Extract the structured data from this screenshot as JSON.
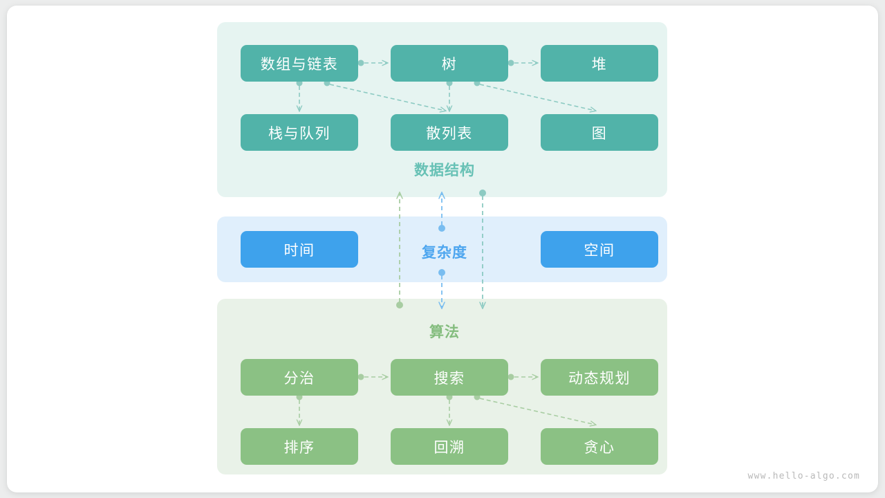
{
  "diagram": {
    "watermark": "www.hello-algo.com",
    "colors": {
      "teal_node": "#51b3a9",
      "blue_node": "#3ea2ec",
      "green_node": "#8bc184",
      "ds_panel_bg": "#e6f4f1",
      "cx_panel_bg": "#e0effc",
      "algo_panel_bg": "#e9f2e8",
      "ds_title": "#67c1b5",
      "cx_title": "#4ea6ef",
      "algo_title": "#84bd7e",
      "card_bg": "#ffffff",
      "page_bg": "#eceded"
    },
    "sections": {
      "data_structure": {
        "title": "数据结构",
        "nodes": [
          {
            "id": "array",
            "label": "数组与链表"
          },
          {
            "id": "tree",
            "label": "树"
          },
          {
            "id": "heap",
            "label": "堆"
          },
          {
            "id": "stack",
            "label": "栈与队列"
          },
          {
            "id": "hash",
            "label": "散列表"
          },
          {
            "id": "graph",
            "label": "图"
          }
        ],
        "edges": [
          {
            "from": "array",
            "to": "tree",
            "style": "dashed-arrow"
          },
          {
            "from": "tree",
            "to": "heap",
            "style": "dashed-arrow"
          },
          {
            "from": "array",
            "to": "stack",
            "style": "dashed-arrow"
          },
          {
            "from": "array",
            "to": "hash",
            "style": "dashed-arrow"
          },
          {
            "from": "tree",
            "to": "hash",
            "style": "dashed-arrow"
          },
          {
            "from": "tree",
            "to": "graph",
            "style": "dashed-arrow"
          }
        ]
      },
      "complexity": {
        "title": "复杂度",
        "nodes": [
          {
            "id": "time",
            "label": "时间"
          },
          {
            "id": "space",
            "label": "空间"
          }
        ]
      },
      "algorithm": {
        "title": "算法",
        "nodes": [
          {
            "id": "divide",
            "label": "分治"
          },
          {
            "id": "search",
            "label": "搜索"
          },
          {
            "id": "dp",
            "label": "动态规划"
          },
          {
            "id": "sort",
            "label": "排序"
          },
          {
            "id": "back",
            "label": "回溯"
          },
          {
            "id": "greedy",
            "label": "贪心"
          }
        ],
        "edges": [
          {
            "from": "divide",
            "to": "search",
            "style": "dashed-arrow"
          },
          {
            "from": "search",
            "to": "dp",
            "style": "dashed-arrow"
          },
          {
            "from": "divide",
            "to": "sort",
            "style": "dashed-arrow"
          },
          {
            "from": "search",
            "to": "back",
            "style": "dashed-arrow"
          },
          {
            "from": "search",
            "to": "greedy",
            "style": "dashed-arrow"
          }
        ]
      }
    },
    "cross_links": [
      {
        "id": "algo-to-ds-green",
        "color": "#a8cda2",
        "direction": "up",
        "note": "算法 指向 数据结构"
      },
      {
        "id": "complexity-both",
        "color": "#79bdf0",
        "direction": "both",
        "note": "复杂度 连接 数据结构 与 算法"
      },
      {
        "id": "ds-to-algo-teal",
        "color": "#8ccac2",
        "direction": "down",
        "note": "数据结构 指向 算法"
      }
    ]
  }
}
